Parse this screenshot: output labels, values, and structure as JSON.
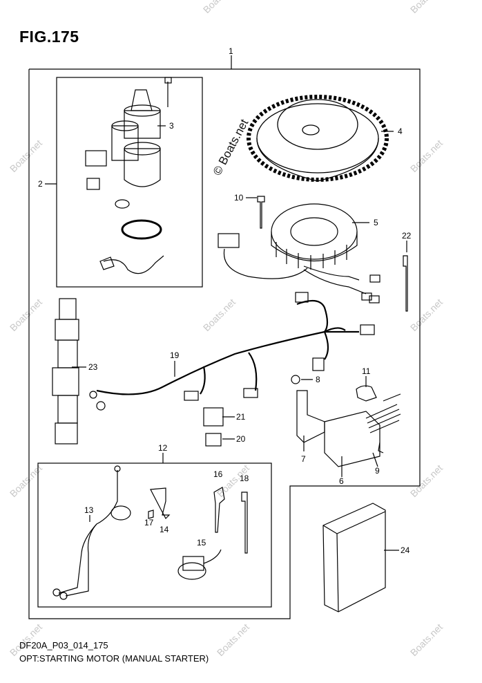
{
  "figure": {
    "title": "FIG.175"
  },
  "footer": {
    "code": "DF20A_P03_014_175",
    "description": "OPT:STARTING MOTOR (MANUAL STARTER)"
  },
  "watermark": {
    "text": "© Boats.net",
    "small": "Boats.net"
  },
  "callouts": [
    "1",
    "2",
    "3",
    "4",
    "5",
    "6",
    "7",
    "8",
    "9",
    "10",
    "11",
    "12",
    "13",
    "14",
    "15",
    "16",
    "17",
    "18",
    "19",
    "20",
    "21",
    "22",
    "23",
    "24"
  ]
}
